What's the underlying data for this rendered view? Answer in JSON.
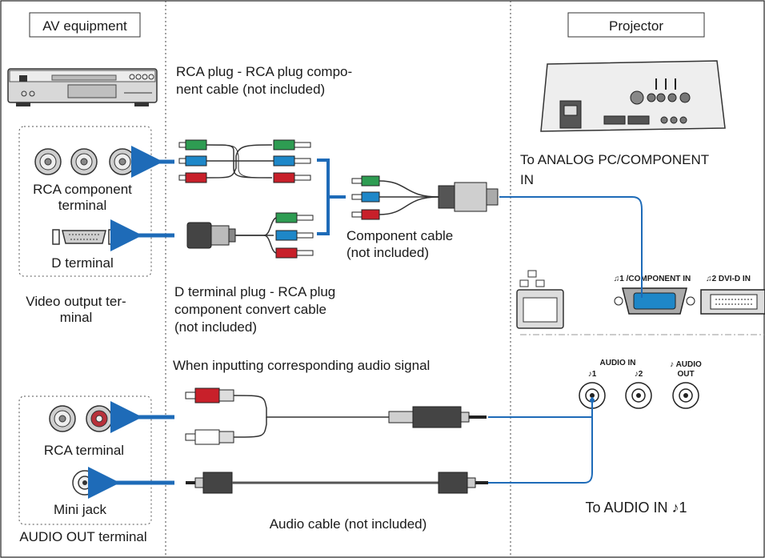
{
  "left": {
    "header": "AV equipment",
    "rca_component_label_line1": "RCA component",
    "rca_component_label_line2": "terminal",
    "d_terminal_label": "D terminal",
    "video_output_line1": "Video output ter-",
    "video_output_line2": "minal",
    "rca_terminal_label": "RCA terminal",
    "mini_jack_label": "Mini jack",
    "audio_out_label": "AUDIO OUT terminal"
  },
  "middle": {
    "rca_cable_line1": "RCA plug - RCA plug compo-",
    "rca_cable_line2": "nent cable (not included)",
    "component_cable_line1": "Component cable",
    "component_cable_line2": "(not included)",
    "d_cable_line1": "D terminal plug - RCA plug",
    "d_cable_line2": "component convert cable",
    "d_cable_line3": "(not included)",
    "audio_signal_note": "When inputting corresponding audio signal",
    "audio_cable_label": "Audio cable (not included)"
  },
  "right": {
    "header": "Projector",
    "to_analog_line1": "To ANALOG PC/COMPONENT",
    "to_analog_line2": "IN",
    "port_component_in": "♫1 /COMPONENT IN",
    "port_dvi_in": "♫2 DVI-D IN",
    "audio_in_label": "AUDIO IN",
    "audio_in_1": "♪1",
    "audio_in_2": "♪2",
    "audio_out_line1": "♪ AUDIO",
    "audio_out_line2": "OUT",
    "to_audio_in": "To AUDIO IN ♪1"
  },
  "colors": {
    "arrow_blue": "#1e6bb8",
    "rca_green": "#2e9c52",
    "rca_blue": "#1e87c8",
    "rca_red": "#c8202a",
    "line": "#333333"
  }
}
